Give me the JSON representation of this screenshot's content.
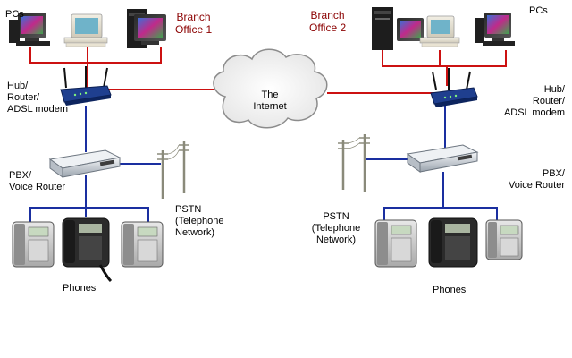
{
  "branch1": {
    "title_line1": "Branch",
    "title_line2": "Office 1",
    "pcs_label": "PCs",
    "hub_line1": "Hub/",
    "hub_line2": "Router/",
    "hub_line3": "ADSL modem",
    "pbx_line1": "PBX/",
    "pbx_line2": "Voice Router",
    "pstn_line1": "PSTN",
    "pstn_line2": "(Telephone",
    "pstn_line3": "Network)",
    "phones_label": "Phones"
  },
  "branch2": {
    "title_line1": "Branch",
    "title_line2": "Office 2",
    "pcs_label": "PCs",
    "hub_line1": "Hub/",
    "hub_line2": "Router/",
    "hub_line3": "ADSL modem",
    "pbx_line1": "PBX/",
    "pbx_line2": "Voice Router",
    "pstn_line1": "PSTN",
    "pstn_line2": "(Telephone",
    "pstn_line3": "Network)",
    "phones_label": "Phones"
  },
  "internet": {
    "line1": "The",
    "line2": "Internet"
  },
  "colors": {
    "data_link": "#cc1111",
    "voice_link": "#1a2fa0",
    "title": "#8b0000"
  }
}
